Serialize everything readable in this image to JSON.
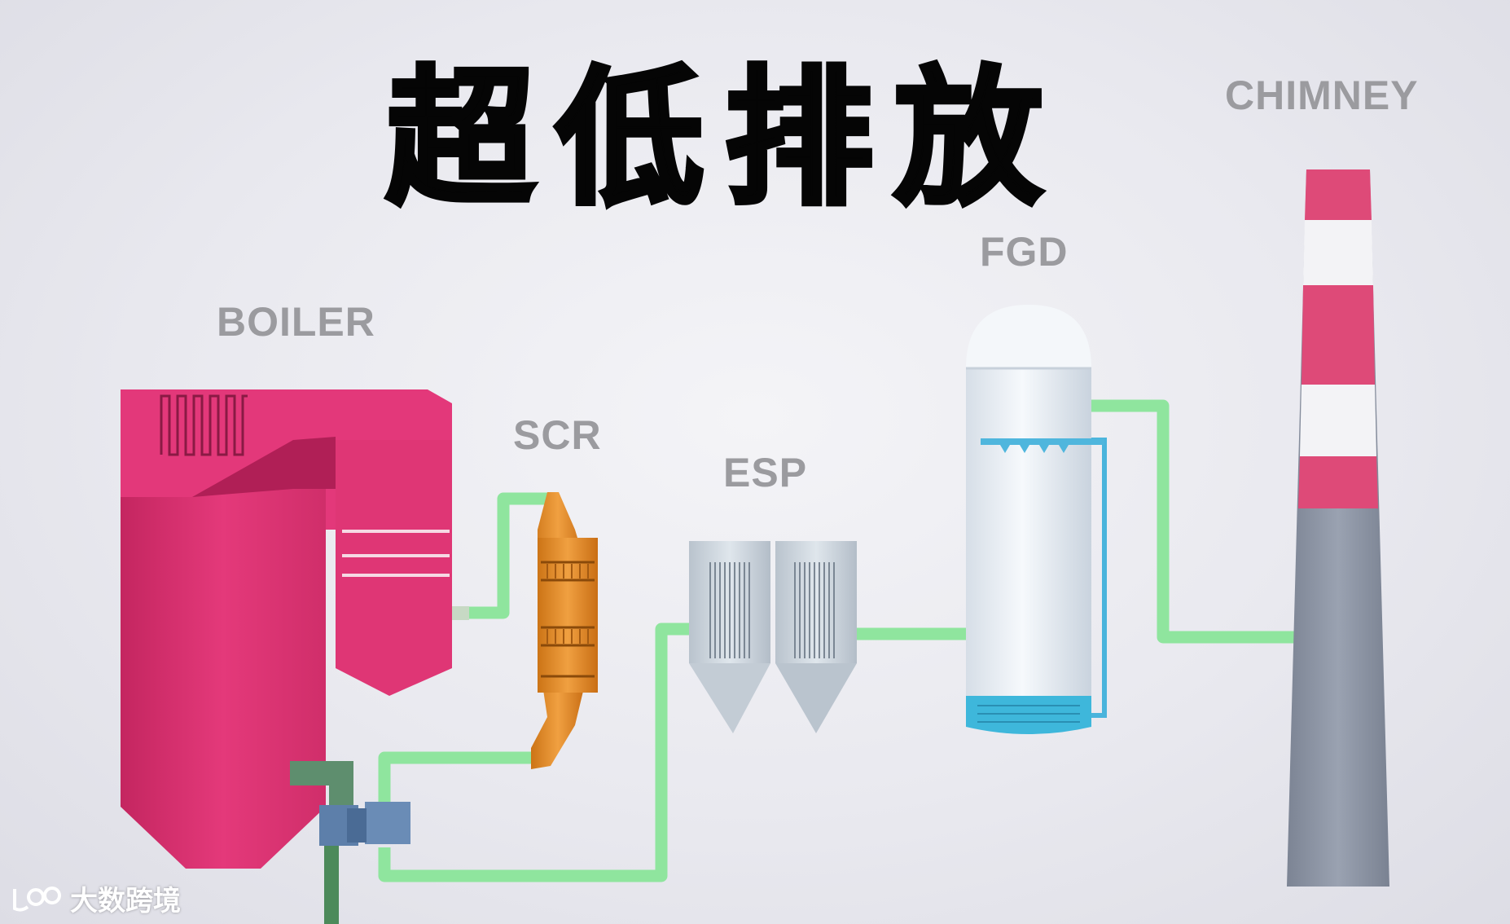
{
  "title": "超低排放",
  "components": {
    "boiler": {
      "label": "BOILER",
      "color": "#e0346e"
    },
    "scr": {
      "label": "SCR",
      "color": "#e08a2a"
    },
    "esp": {
      "label": "ESP",
      "color": "#c9d2da"
    },
    "fgd": {
      "label": "FGD",
      "color": "#eef3f8",
      "accent": "#3eb7db"
    },
    "chimney": {
      "label": "CHIMNEY",
      "stripe_color": "#de4a78",
      "body_color": "#8e96a6"
    }
  },
  "pipe_color": "#8fe59e",
  "watermark": {
    "text": "大数跨境",
    "icon": "logo-mark-icon"
  }
}
